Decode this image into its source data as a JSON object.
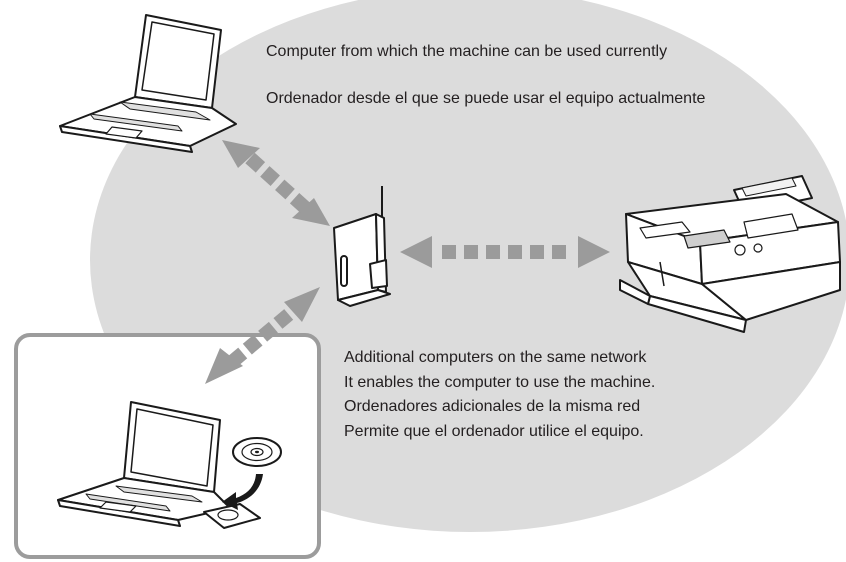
{
  "labels": {
    "current_computer_en": "Computer from which the machine can be used currently",
    "current_computer_es": "Ordenador desde el que se puede usar el equipo actualmente",
    "additional_line1": "Additional computers on the same network",
    "additional_line2": "It enables the computer to use the machine.",
    "additional_line3": "Ordenadores adicionales de la misma red",
    "additional_line4": "Permite que el ordenador utilice el equipo."
  },
  "colors": {
    "network_area": "#dcdcdc",
    "arrow": "#9b9b9b",
    "outline": "#1a1a1a",
    "box_border": "#9c9c9c"
  },
  "icons": [
    "laptop-icon",
    "wireless-router-icon",
    "printer-icon",
    "cd-disc-icon"
  ]
}
